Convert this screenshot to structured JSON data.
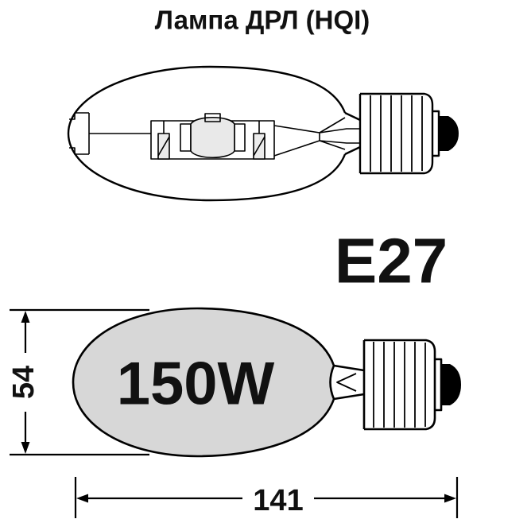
{
  "title": "Лампа ДРЛ (HQI)",
  "labels": {
    "base_type": "E27",
    "power": "150W"
  },
  "dimensions": {
    "height": "54",
    "length": "141"
  },
  "colors": {
    "background": "#ffffff",
    "line": "#000000",
    "bulb_fill": "#d7d7d7",
    "arc_tube_fill": "#e9e9e9",
    "text": "#111111"
  }
}
